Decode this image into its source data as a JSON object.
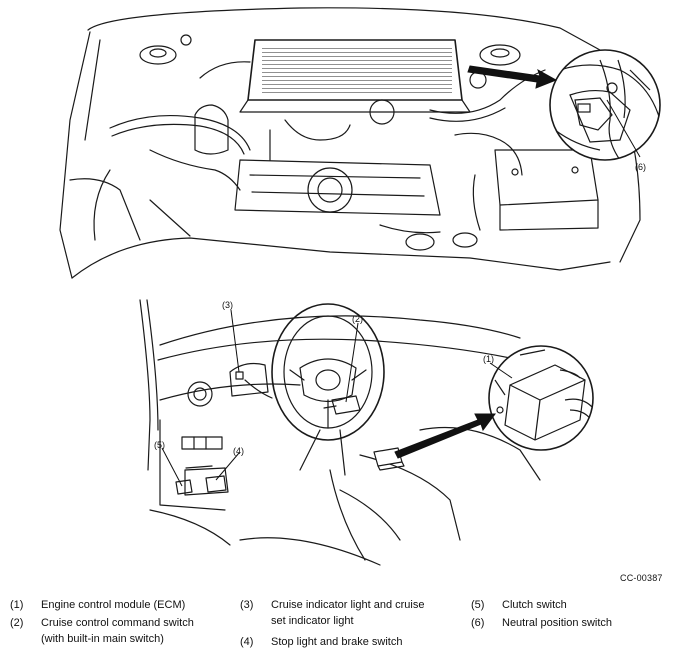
{
  "figure_code": "CC-00387",
  "callouts": {
    "c1": "(1)",
    "c2": "(2)",
    "c3": "(3)",
    "c4": "(4)",
    "c5": "(5)",
    "c6": "(6)"
  },
  "legend": [
    {
      "num": "(1)",
      "lines": [
        "Engine control module (ECM)"
      ]
    },
    {
      "num": "(2)",
      "lines": [
        "Cruise control command switch",
        "(with built-in main switch)"
      ]
    },
    {
      "num": "(3)",
      "lines": [
        "Cruise indicator light and cruise",
        "set indicator light"
      ]
    },
    {
      "num": "(4)",
      "lines": [
        "Stop light and brake switch"
      ]
    },
    {
      "num": "(5)",
      "lines": [
        "Clutch switch"
      ]
    },
    {
      "num": "(6)",
      "lines": [
        "Neutral position switch"
      ]
    }
  ]
}
